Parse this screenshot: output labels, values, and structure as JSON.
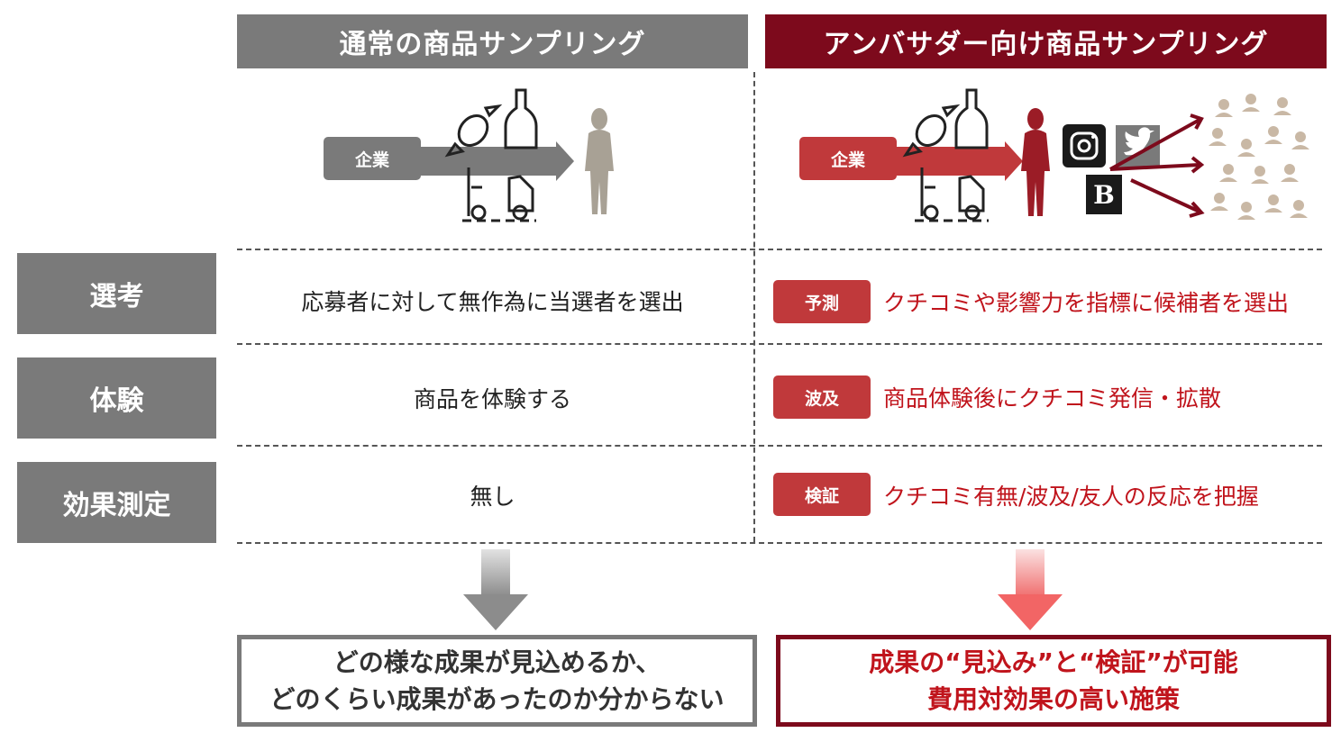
{
  "headers": {
    "left": "通常の商品サンプリング",
    "right": "アンバサダー向け商品サンプリング"
  },
  "diagram": {
    "company_label_left": "企業",
    "company_label_right": "企業",
    "blog_letter": "B"
  },
  "rows": [
    {
      "label": "選考",
      "left": "応募者に対して無作為に当選者を選出",
      "badge": "予測",
      "right": "クチコミや影響力を指標に候補者を選出"
    },
    {
      "label": "体験",
      "left": "商品を体験する",
      "badge": "波及",
      "right": "商品体験後にクチコミ発信・拡散"
    },
    {
      "label": "効果測定",
      "left": "無し",
      "badge": "検証",
      "right": "クチコミ有無/波及/友人の反応を把握"
    }
  ],
  "results": {
    "left_line1": "どの様な成果が見込めるか、",
    "left_line2": "どのくらい成果があったのか分からない",
    "right_line1": "成果の“見込み”と“検証”が可能",
    "right_line2": "費用対効果の高い施策"
  },
  "colors": {
    "gray": "#7a7a7a",
    "dark_red": "#7d0a1c",
    "red": "#c0393b",
    "red_text": "#c0141c"
  },
  "icons": [
    "candy-icon",
    "bottle-icon",
    "forklift-icon",
    "person-silhouette-icon",
    "instagram-icon",
    "twitter-icon",
    "blog-icon",
    "crowd-icon",
    "arrow-icon"
  ]
}
